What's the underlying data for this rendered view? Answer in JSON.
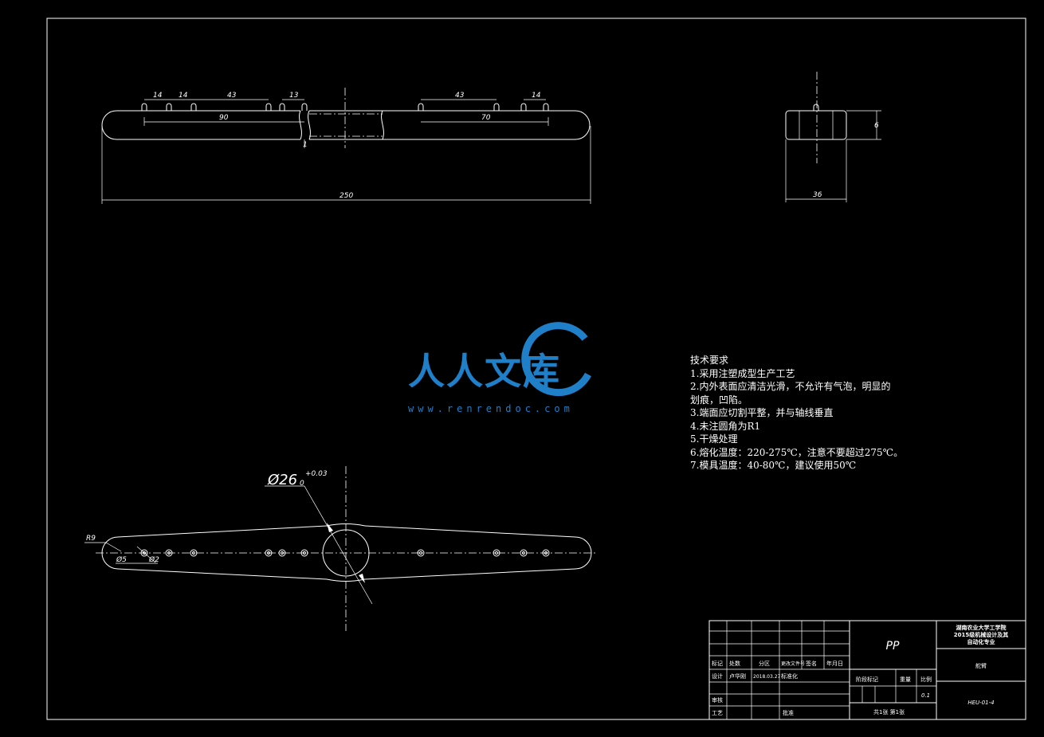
{
  "front_view": {
    "dims_top_left": [
      "14",
      "14",
      "43",
      "13"
    ],
    "dim_90": "90",
    "dims_top_right": [
      "43",
      "14"
    ],
    "dim_70": "70",
    "dim_overall": "250",
    "dim_small": "1"
  },
  "side_view": {
    "width": "36",
    "height": "6"
  },
  "top_view": {
    "hole_dia": "Ø26",
    "tolerance_upper": "+0.03",
    "tolerance_lower": "0",
    "radius": "R9",
    "small_hole": "Ø5",
    "small_hole2": "Ø2"
  },
  "tech_requirements": {
    "title": "技术要求",
    "items": [
      "1.采用注塑成型生产工艺",
      "2.内外表面应清洁光滑，不允许有气泡，明显的",
      "划痕，凹陷。",
      "3.端面应切割平整，并与轴线垂直",
      "4.未注圆角为R1",
      "5.干燥处理",
      "6.熔化温度：220-275℃，注意不要超过275℃。",
      "7.模具温度：40-80℃，建议使用50℃"
    ]
  },
  "watermark": {
    "text": "人人文库",
    "url": "www.renrendoc.com"
  },
  "title_block": {
    "material": "PP",
    "school": [
      "湖南农业大学工学院",
      "2015级机械设计及其",
      "自动化专业"
    ],
    "part_name": "舵臂",
    "drawing_no": "HEU-01-4",
    "row_headers": [
      "标记",
      "处数",
      "分区",
      "更改文件号",
      "签名",
      "年月日"
    ],
    "design_label": "设计",
    "designer": "卢华刚",
    "date": "2018.03.27",
    "standard_label": "标准化",
    "stage_label": "阶段标记",
    "weight_label": "重量",
    "scale_label": "比例",
    "scale_value": "0.1",
    "review_label": "审核",
    "process_label": "工艺",
    "approve_label": "批准",
    "sheet_info": "共1张  第1张"
  }
}
